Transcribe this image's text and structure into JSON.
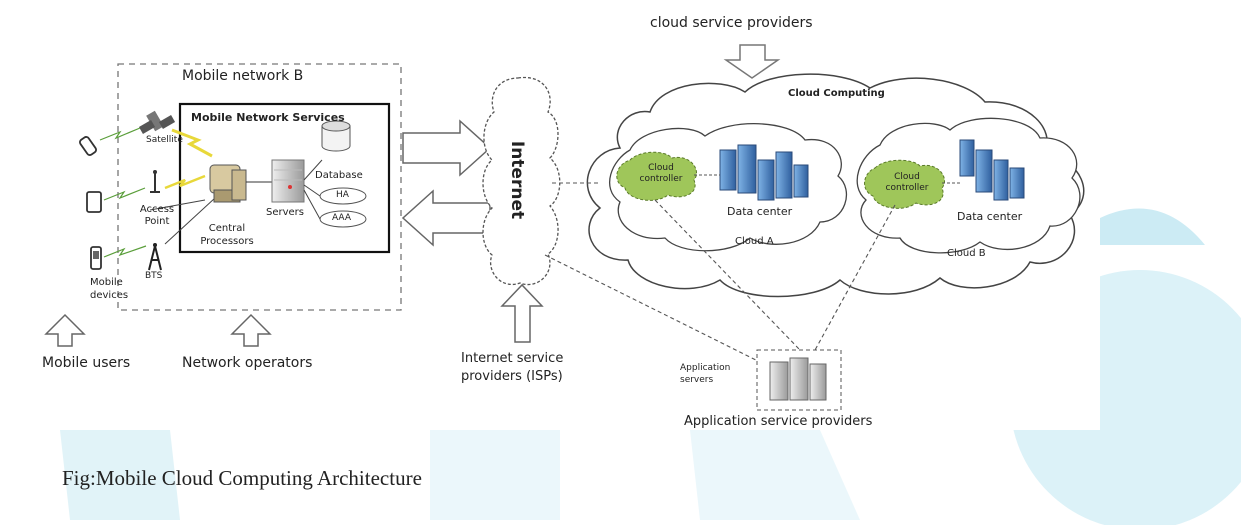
{
  "colors": {
    "watermark": "#c3e8f2",
    "cloud_controller": "#9fc65a",
    "server_blue": "#3d78b8",
    "lightning": "#e8d83a"
  },
  "diagram": {
    "top_label": "cloud service providers",
    "mobile_network_title": "Mobile network B",
    "services_title": "Mobile Network Services",
    "internet_label": "Internet",
    "cloud_computing_label": "Cloud Computing",
    "satellite": "Satellite",
    "access_point": "Access Point",
    "bts": "BTS",
    "mobile_devices": "Mobile devices",
    "central_processors": "Central Processors",
    "servers": "Servers",
    "database": "Database",
    "ha": "HA",
    "aaa": "AAA",
    "cloud_a_controller": "Cloud controller",
    "cloud_a_datacenter": "Data center",
    "cloud_a_label": "Cloud A",
    "cloud_b_controller": "Cloud controller",
    "cloud_b_datacenter": "Data center",
    "cloud_b_label": "Cloud B",
    "mobile_users": "Mobile users",
    "network_operators": "Network operators",
    "isp_label": "Internet service providers (ISPs)",
    "application_servers": "Application servers",
    "asp_label": "Application service providers"
  },
  "caption": "Fig:Mobile Cloud Computing Architecture"
}
